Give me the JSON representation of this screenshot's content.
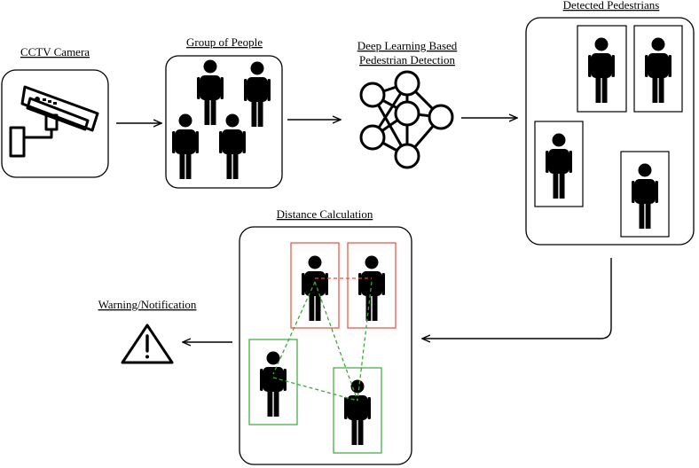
{
  "labels": {
    "cctv": "CCTV Camera",
    "group": "Group of People",
    "detection_line1": "Deep Learning Based",
    "detection_line2": "Pedestrian Detection",
    "detected": "Detected Pedestrians",
    "distance": "Distance Calculation",
    "warning": "Warning/Notification"
  },
  "colors": {
    "stroke": "#000000",
    "violation": "#e05040",
    "safe": "#3aa83a"
  },
  "icons": {
    "camera": "cctv-camera-icon",
    "person": "person-icon",
    "network": "neural-network-icon",
    "warning": "warning-triangle-icon"
  }
}
